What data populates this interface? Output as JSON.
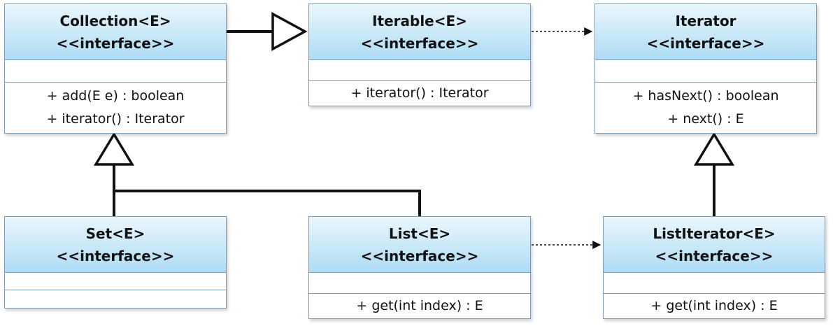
{
  "boxes": {
    "collection": {
      "name": "Collection<E>",
      "stereotype": "<<interface>>",
      "methods": [
        "+ add(E e) : boolean",
        "+ iterator() : Iterator"
      ]
    },
    "iterable": {
      "name": "Iterable<E>",
      "stereotype": "<<interface>>",
      "methods": [
        "+ iterator() : Iterator"
      ]
    },
    "iterator": {
      "name": "Iterator",
      "stereotype": "<<interface>>",
      "methods": [
        "+ hasNext() : boolean",
        "+ next() : E"
      ]
    },
    "set": {
      "name": "Set<E>",
      "stereotype": "<<interface>>",
      "methods": []
    },
    "list": {
      "name": "List<E>",
      "stereotype": "<<interface>>",
      "methods": [
        "+ get(int index) : E"
      ]
    },
    "listiterator": {
      "name": "ListIterator<E>",
      "stereotype": "<<interface>>",
      "methods": [
        "+ get(int index) : E"
      ]
    }
  },
  "colors": {
    "header_top": "#eaf6fd",
    "header_bottom": "#aedcf4",
    "border": "#7f9ab5",
    "line": "#111111"
  }
}
